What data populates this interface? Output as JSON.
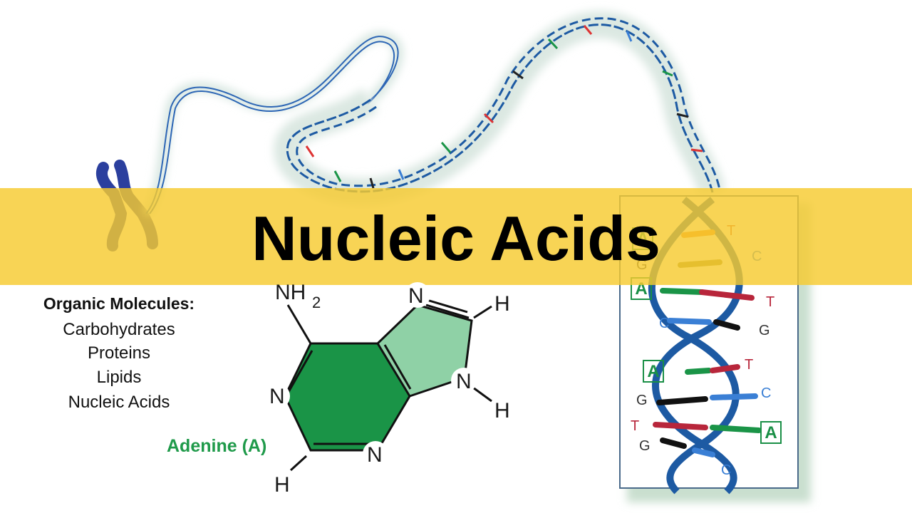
{
  "title": "Nucleic Acids",
  "organic_molecules": {
    "heading": "Organic Molecules:",
    "items": [
      "Carbohydrates",
      "Proteins",
      "Lipids",
      "Nucleic Acids"
    ]
  },
  "adenine": {
    "label": "Adenine (A)",
    "atoms": {
      "nh": "NH",
      "nh_sub": "2",
      "n1": "N",
      "n3": "N",
      "n7": "N",
      "n9": "N",
      "h8": "H",
      "h9": "H",
      "h2": "H"
    }
  },
  "dna_panel": {
    "bases": {
      "b1": "A",
      "b2": "T",
      "b3": "G",
      "b4": "C",
      "b5": "A",
      "b6": "T",
      "b7": "C",
      "b8": "G",
      "b9": "A",
      "b10": "T",
      "b11": "G",
      "b12": "C",
      "b13": "T",
      "b14": "A",
      "b15": "G",
      "b16": "C"
    }
  },
  "colors": {
    "banner": "#f7cb2f",
    "dark_green": "#1a9447",
    "light_green": "#8fd1a6",
    "helix_blue": "#1d5aa3",
    "chromosome": "#2b3f9e"
  }
}
